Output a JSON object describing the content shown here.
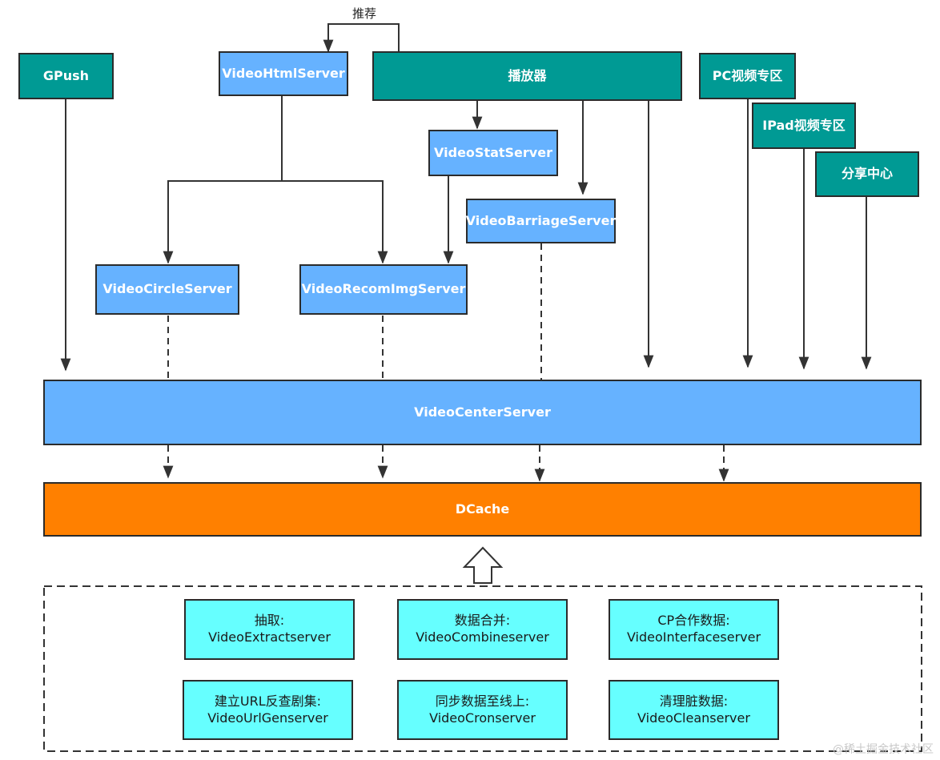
{
  "nodes": {
    "gpush": "GPush",
    "video_html_server": "VideoHtmlServer",
    "player": "播放器",
    "pc_zone": "PC视频专区",
    "ipad_zone": "IPad视频专区",
    "share_center": "分享中心",
    "video_stat_server": "VideoStatServer",
    "video_barrage_server": "VideoBarriageServer",
    "video_circle_server": "VideoCircleServer",
    "video_recom_img_server": "VideoRecomImgServer",
    "video_center_server": "VideoCenterServer",
    "dcache": "DCache"
  },
  "edge_labels": {
    "recommend": "推荐"
  },
  "workers": [
    {
      "line1": "抽取:",
      "line2": "VideoExtractserver"
    },
    {
      "line1": "数据合并:",
      "line2": "VideoCombineserver"
    },
    {
      "line1": "CP合作数据:",
      "line2": "VideoInterfaceserver"
    },
    {
      "line1": "建立URL反查剧集:",
      "line2": "VideoUrlGenserver"
    },
    {
      "line1": "同步数据至线上:",
      "line2": "VideoCronserver"
    },
    {
      "line1": "清理脏数据:",
      "line2": "VideoCleanserver"
    }
  ],
  "watermark": "@稀土掘金技术社区",
  "colors": {
    "client": "#009a94",
    "service": "#66b2ff",
    "cache": "#ff8000",
    "worker": "#66ffff"
  }
}
